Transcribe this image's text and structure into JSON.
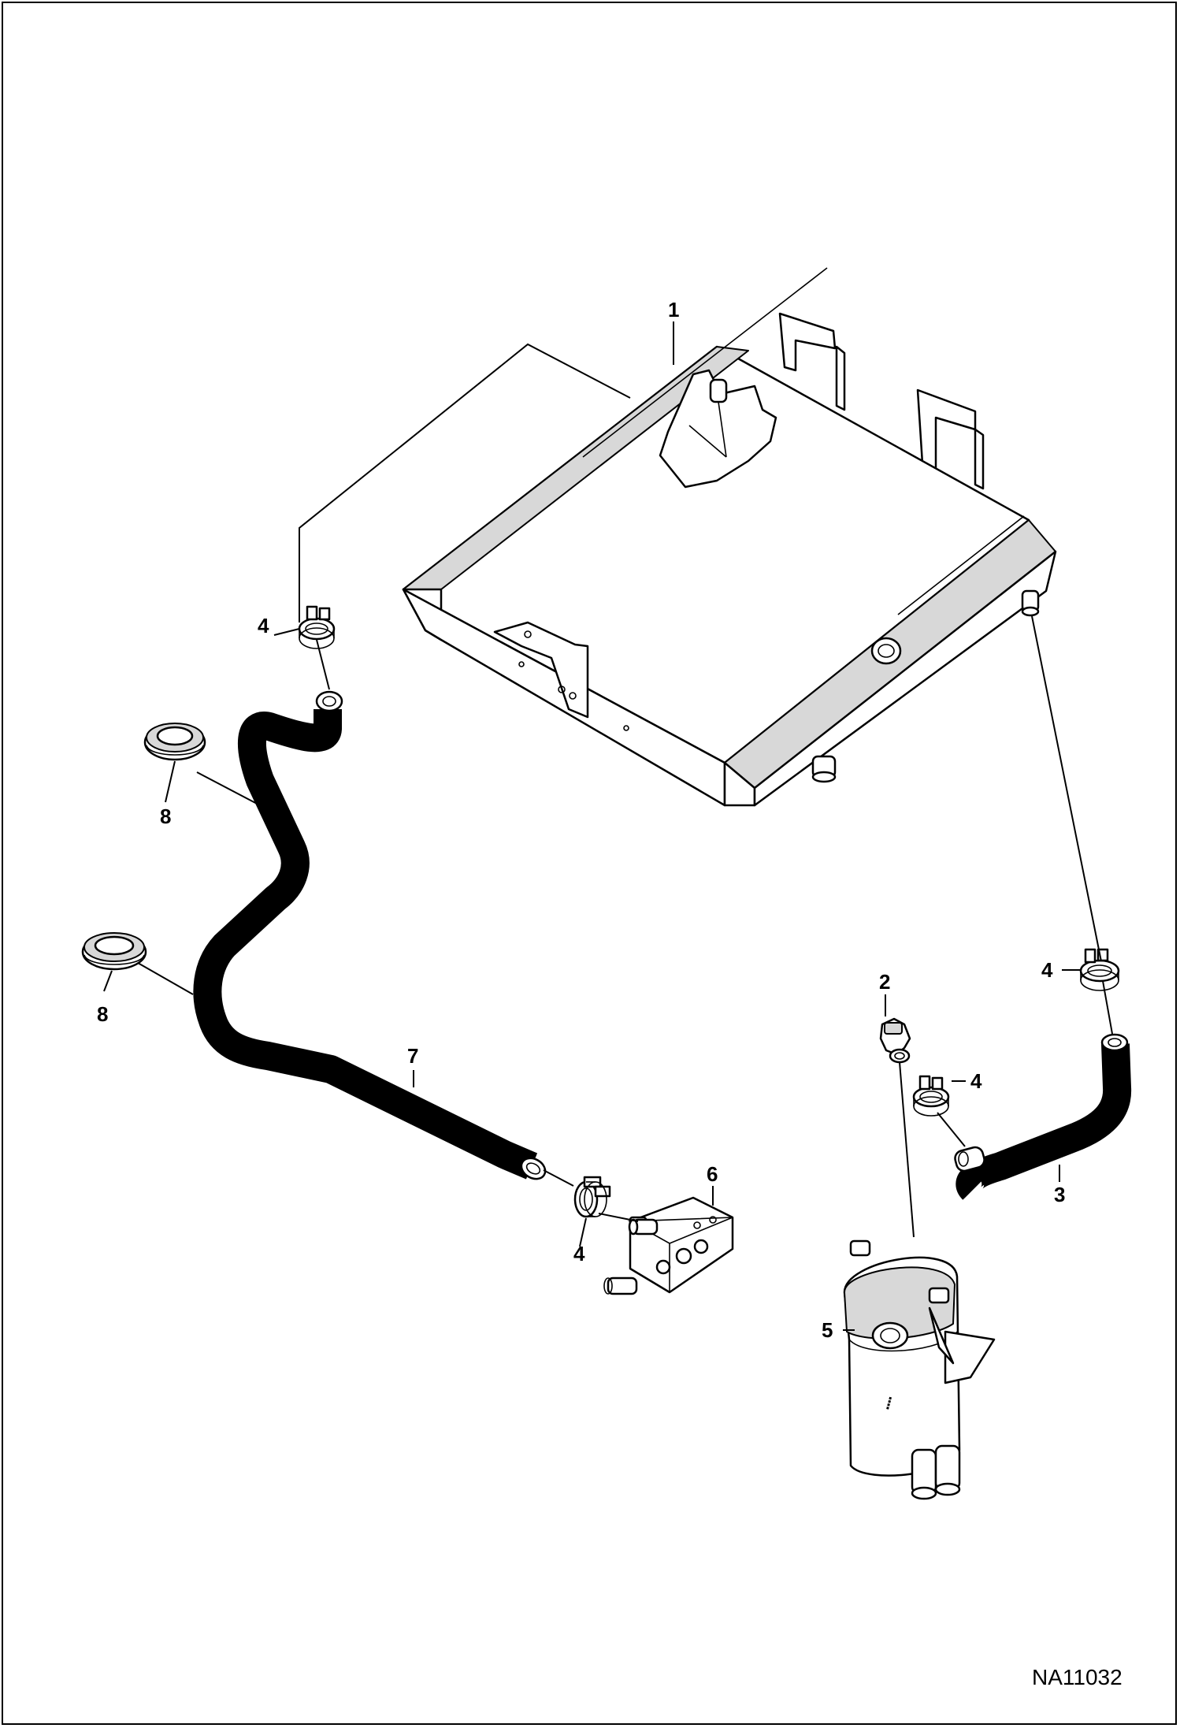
{
  "figure_id": "NA11032",
  "callouts": {
    "radiator": "1",
    "fitting": "2",
    "hose_short": "3",
    "clamp_top_left": "4",
    "clamp_right": "4",
    "clamp_mid": "4",
    "clamp_bottom": "4",
    "heater": "5",
    "valve": "6",
    "hose_long": "7",
    "grommet_top": "8",
    "grommet_bottom": "8"
  },
  "colors": {
    "line": "#000000",
    "background": "#ffffff",
    "shade": "#d8d8d8"
  }
}
